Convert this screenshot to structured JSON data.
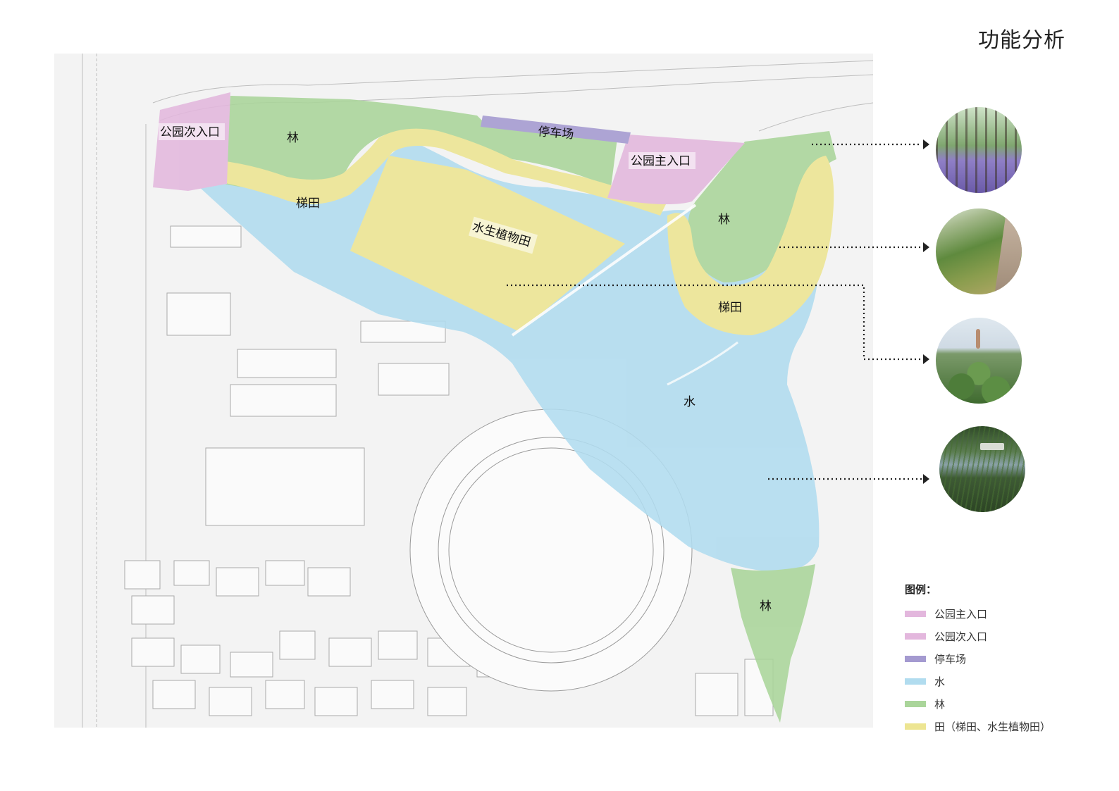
{
  "title": "功能分析",
  "zones": {
    "secondary_entrance": "公园次入口",
    "forest_nw": "林",
    "parking": "停车场",
    "main_entrance": "公园主入口",
    "terrace_west": "梯田",
    "aquatic_field": "水生植物田",
    "forest_ne": "林",
    "terrace_east": "梯田",
    "water": "水",
    "forest_south": "林"
  },
  "photos": [
    {
      "name": "forest-photo",
      "icon": "forest-with-flowers"
    },
    {
      "name": "terrace-photo",
      "icon": "grass-terrace-path"
    },
    {
      "name": "aquatic-field-photo",
      "icon": "lotus-pond-person"
    },
    {
      "name": "water-photo",
      "icon": "reed-lake-boat"
    }
  ],
  "legend": {
    "title": "图例：",
    "items": [
      {
        "label": "公园主入口",
        "color": "#e3b7dd"
      },
      {
        "label": "公园次入口",
        "color": "#e3b7dd"
      },
      {
        "label": "停车场",
        "color": "#a49ad0"
      },
      {
        "label": "水",
        "color": "#b1dcef"
      },
      {
        "label": "林",
        "color": "#aad59a"
      },
      {
        "label": "田（梯田、水生植物田）",
        "color": "#ede592"
      }
    ]
  },
  "colors": {
    "entrance": "#e3b7dd",
    "parking": "#a49ad0",
    "water": "#b1dcef",
    "forest": "#aad59a",
    "field": "#ede592"
  }
}
